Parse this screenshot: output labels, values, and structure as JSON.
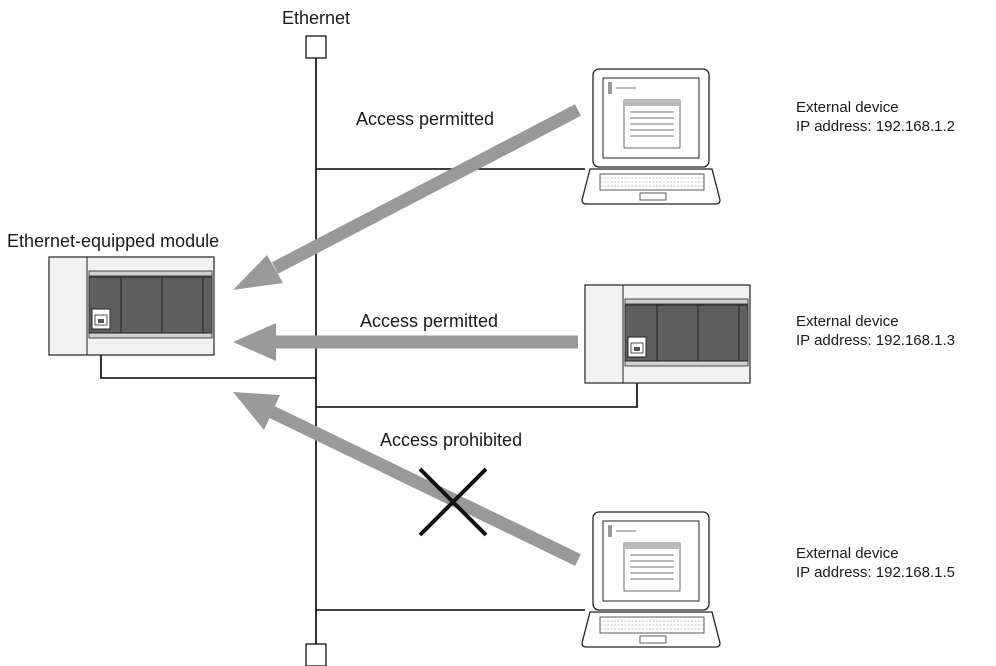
{
  "network": {
    "label": "Ethernet"
  },
  "module": {
    "label": "Ethernet-equipped module"
  },
  "arrows": [
    {
      "label": "Access permitted"
    },
    {
      "label": "Access permitted"
    },
    {
      "label": "Access prohibited"
    }
  ],
  "devices": [
    {
      "name": "External device",
      "ip": "IP address: 192.168.1.2",
      "kind": "laptop",
      "access": "permitted"
    },
    {
      "name": "External device",
      "ip": "IP address: 192.168.1.3",
      "kind": "plc",
      "access": "permitted"
    },
    {
      "name": "External device",
      "ip": "IP address: 192.168.1.5",
      "kind": "laptop",
      "access": "prohibited"
    }
  ],
  "colors": {
    "arrow": "#999999",
    "line": "#000000",
    "module_fill": "#5f5f5f",
    "frame_fill": "#f2f2f2"
  }
}
